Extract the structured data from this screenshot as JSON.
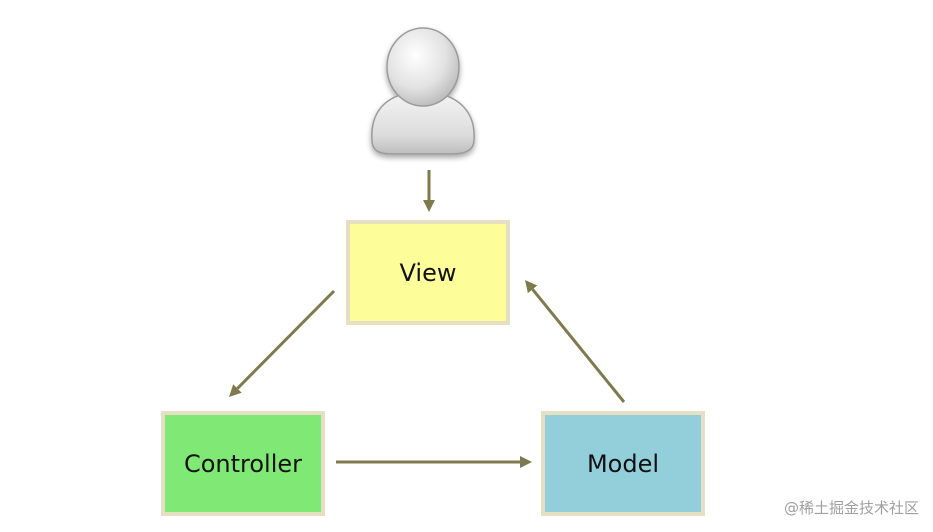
{
  "diagram": {
    "nodes": [
      {
        "id": "user",
        "label": "",
        "icon": "user-icon"
      },
      {
        "id": "view",
        "label": "View",
        "color": "#fdfd9a"
      },
      {
        "id": "controller",
        "label": "Controller",
        "color": "#80e874"
      },
      {
        "id": "model",
        "label": "Model",
        "color": "#93cfdb"
      }
    ],
    "edges": [
      {
        "from": "user",
        "to": "view"
      },
      {
        "from": "view",
        "to": "controller"
      },
      {
        "from": "controller",
        "to": "model"
      },
      {
        "from": "model",
        "to": "view"
      }
    ],
    "arrow_color": "#7f7a4e",
    "border_color": "#e6dfc4"
  },
  "watermark": "@稀土掘金技术社区"
}
